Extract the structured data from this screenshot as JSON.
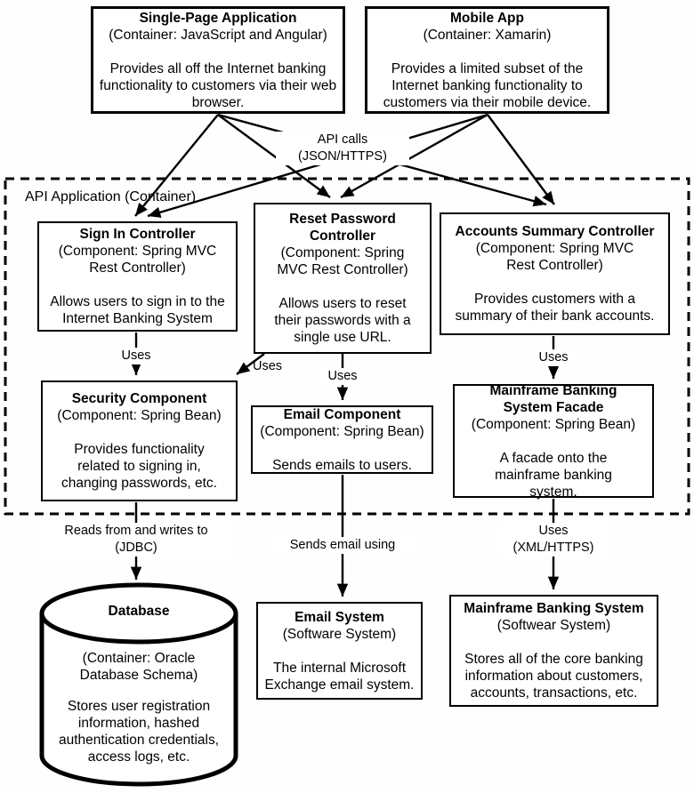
{
  "diagram": {
    "boundary_label": "API Application (Container)",
    "nodes": {
      "spa": {
        "title": "Single-Page Application",
        "subtitle": "(Container: JavaScript and Angular)",
        "description": "Provides all off the Internet banking functionality to customers via their web browser."
      },
      "mobile": {
        "title": "Mobile App",
        "subtitle": "(Container: Xamarin)",
        "description": "Provides a limited subset of the Internet banking functionality to customers via their mobile device."
      },
      "signin": {
        "title": "Sign In Controller",
        "subtitle": "(Component: Spring MVC Rest Controller)",
        "description": "Allows users to sign in to the Internet Banking System"
      },
      "reset": {
        "title": "Reset Password Controller",
        "subtitle": "(Component: Spring MVC Rest Controller)",
        "description": "Allows users to reset their passwords with a single use URL."
      },
      "accounts": {
        "title": "Accounts Summary Controller",
        "subtitle": "(Component: Spring MVC Rest Controller)",
        "description": "Provides customers with a summary of their bank accounts."
      },
      "security": {
        "title": "Security Component",
        "subtitle": "(Component: Spring Bean)",
        "description": "Provides functionality related to signing in, changing passwords, etc."
      },
      "email_component": {
        "title": "Email Component",
        "subtitle": "(Component: Spring Bean)",
        "description": "Sends emails to users."
      },
      "mbs_facade": {
        "title": "Mainframe Banking System Facade",
        "subtitle": "(Component: Spring Bean)",
        "description": "A facade onto the mainframe banking system."
      },
      "database": {
        "title": "Database",
        "subtitle": "(Container: Oracle Database Schema)",
        "description": "Stores user registration information, hashed authentication credentials, access logs, etc."
      },
      "email_system": {
        "title": "Email System",
        "subtitle": "(Software System)",
        "description": "The internal Microsoft Exchange email system."
      },
      "mainframe": {
        "title": "Mainframe Banking System",
        "subtitle": "(Softwear System)",
        "description": "Stores all of the core banking information about customers, accounts, transactions, etc."
      }
    },
    "edge_labels": {
      "api_calls": "API calls",
      "api_calls_protocol": "(JSON/HTTPS)",
      "uses": "Uses",
      "reads_writes": "Reads from and writes to",
      "jdbc": "(JDBC)",
      "sends_email": "Sends email using",
      "xml_https": "(XML/HTTPS)"
    },
    "colors": {
      "line": "#000000",
      "node_fill": "#ffffff",
      "background": "#fefefe"
    }
  }
}
